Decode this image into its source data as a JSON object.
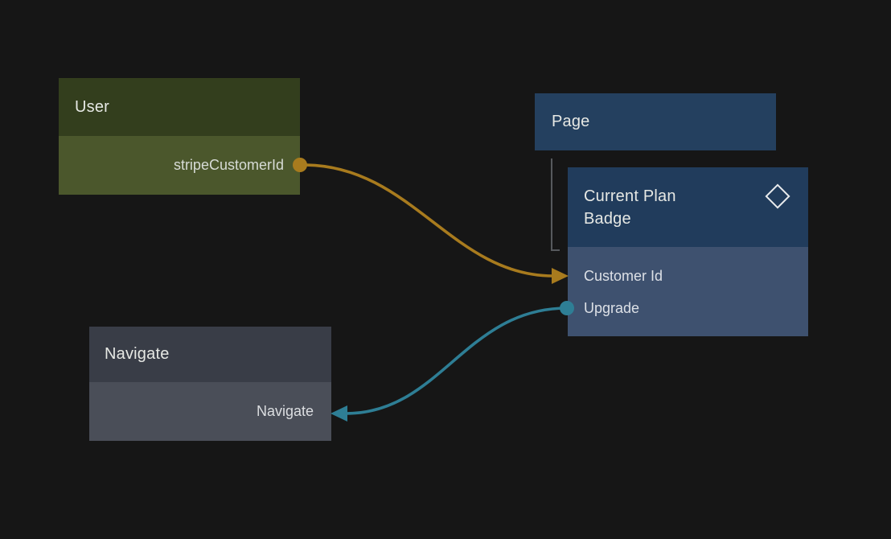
{
  "app": {
    "background_color": "#161616",
    "view": "node-binding-canvas"
  },
  "nodes": {
    "user": {
      "title": "User",
      "field_label": "stripeCustomerId",
      "header_color": "#333e1d",
      "body_color": "#4b572c",
      "output_port_color": "#a87b1e"
    },
    "page": {
      "title": "Page",
      "header_color": "#24405f"
    },
    "current_plan_badge": {
      "title": "Current Plan Badge",
      "icon": "diamond-icon",
      "header_color": "#213c5c",
      "body_color": "#3e516f",
      "rows": [
        {
          "label": "Customer Id"
        },
        {
          "label": "Upgrade"
        }
      ]
    },
    "navigate": {
      "title": "Navigate",
      "field_label": "Navigate",
      "header_color": "#393d47",
      "body_color": "#4a4e58"
    }
  },
  "edges": [
    {
      "name": "stripeCustomerId-to-customerId",
      "from": "User.stripeCustomerId",
      "to": "Current Plan Badge.Customer Id",
      "color": "#a87b1e"
    },
    {
      "name": "upgrade-to-navigate",
      "from": "Current Plan Badge.Upgrade",
      "to": "Navigate.Navigate",
      "color": "#2e7e95"
    }
  ],
  "tree_connector": {
    "parent": "Page",
    "child": "Current Plan Badge",
    "color": "#56595d"
  }
}
